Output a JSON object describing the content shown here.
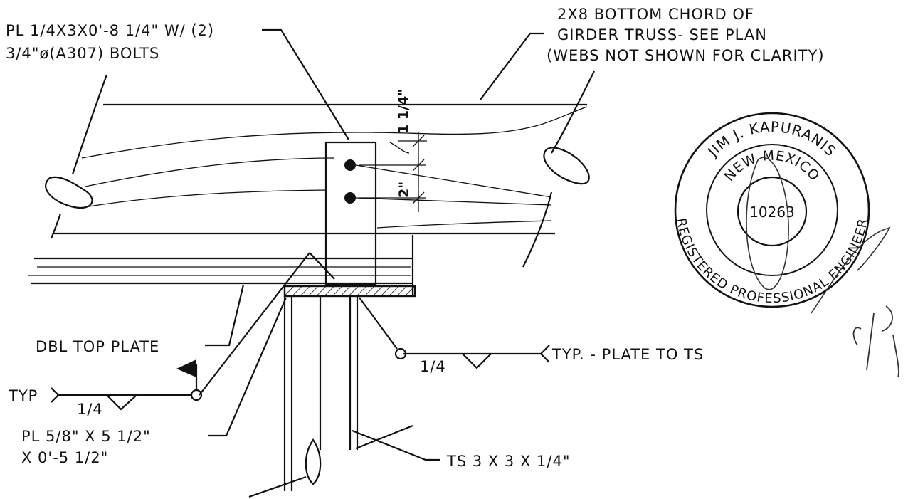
{
  "labels": {
    "top_plate_bolts_1": "PL 1/4X3X0'-8 1/4\" W/ (2)",
    "top_plate_bolts_2": "3/4\"ø(A307) BOLTS",
    "chord_1": "2X8 BOTTOM CHORD OF",
    "chord_2": "GIRDER TRUSS- SEE PLAN",
    "chord_3": "(WEBS NOT SHOWN FOR CLARITY)",
    "dbl_top_plate": "DBL TOP PLATE",
    "weld_left_typ": "TYP",
    "weld_left_size": "1/4",
    "weld_right_size": "1/4",
    "weld_right_note": "TYP. - PLATE TO TS",
    "base_plate_1": "PL 5/8\" X 5 1/2\"",
    "base_plate_2": "X 0'-5 1/2\"",
    "tube": "TS 3 X 3 X 1/4\"",
    "dim_top": "1 1/4\"",
    "dim_bolt": "2\""
  },
  "seal": {
    "name": "JIM J. KAPURANIS",
    "state": "NEW MEXICO",
    "number": "10263",
    "title": "REGISTERED PROFESSIONAL ENGINEER"
  }
}
